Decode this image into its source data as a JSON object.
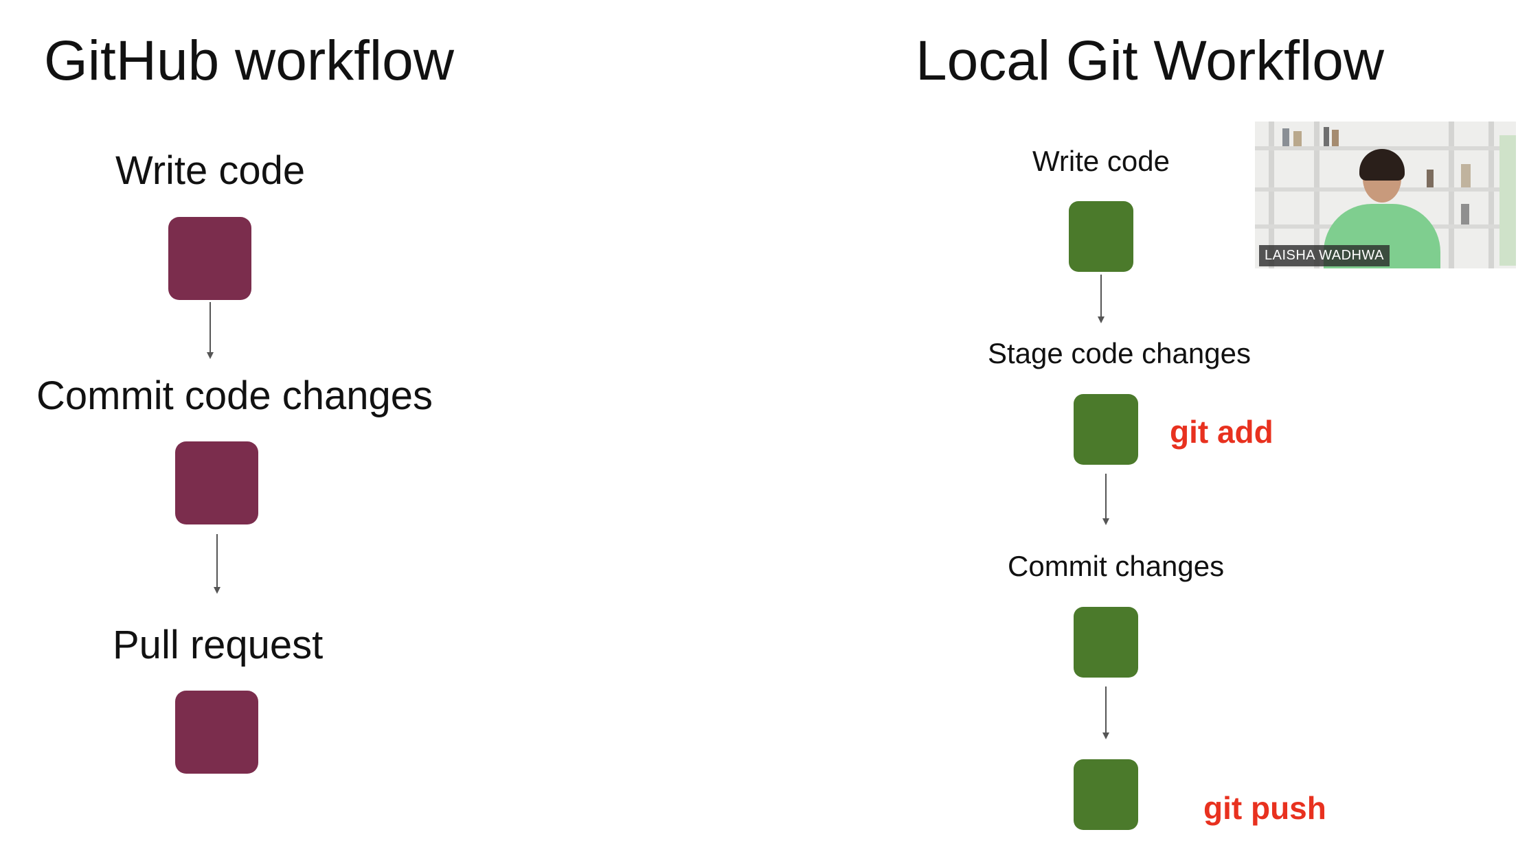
{
  "left": {
    "title": "GitHub workflow",
    "steps": [
      "Write code",
      "Commit code changes",
      "Pull request"
    ],
    "box_color": "#7b2d4d"
  },
  "right": {
    "title": "Local Git Workflow",
    "steps": [
      "Write code",
      "Stage code changes",
      "Commit changes"
    ],
    "commands": [
      "git add",
      "git push"
    ],
    "box_color": "#4b7a2b",
    "command_color": "#e8311f"
  },
  "video": {
    "participant_name": "LAISHA WADHWA"
  }
}
